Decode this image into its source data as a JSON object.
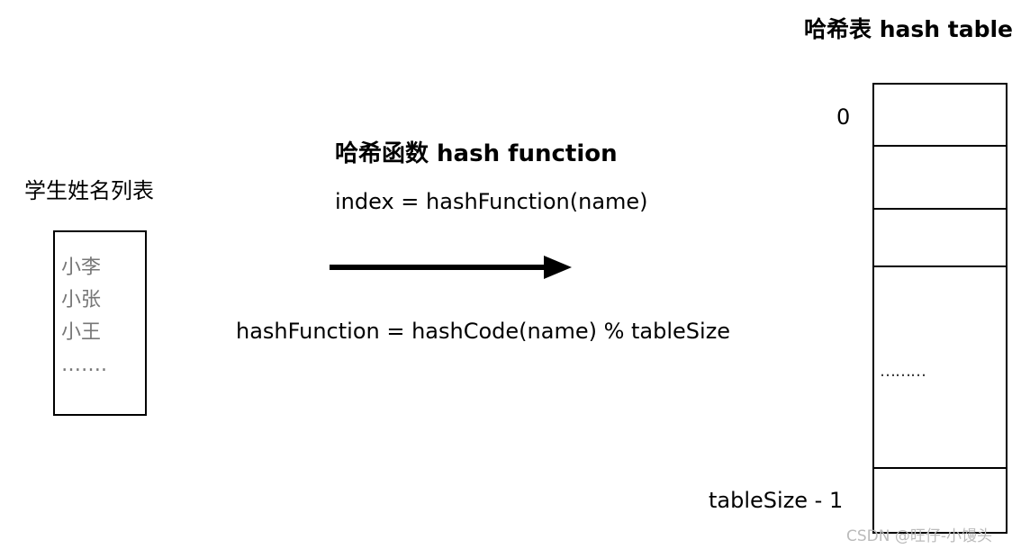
{
  "students": {
    "title": "学生姓名列表",
    "names": [
      "小李",
      "小张",
      "小王",
      "……."
    ]
  },
  "hash_function": {
    "title": "哈希函数 hash function",
    "index_expr": "index = hashFunction(name)",
    "formula": "hashFunction = hashCode(name) % tableSize"
  },
  "hash_table": {
    "title": "哈希表 hash table",
    "first_index": "0",
    "last_index": "tableSize - 1",
    "ellipsis": "………"
  },
  "watermark": "CSDN @旺仔-小馒头"
}
